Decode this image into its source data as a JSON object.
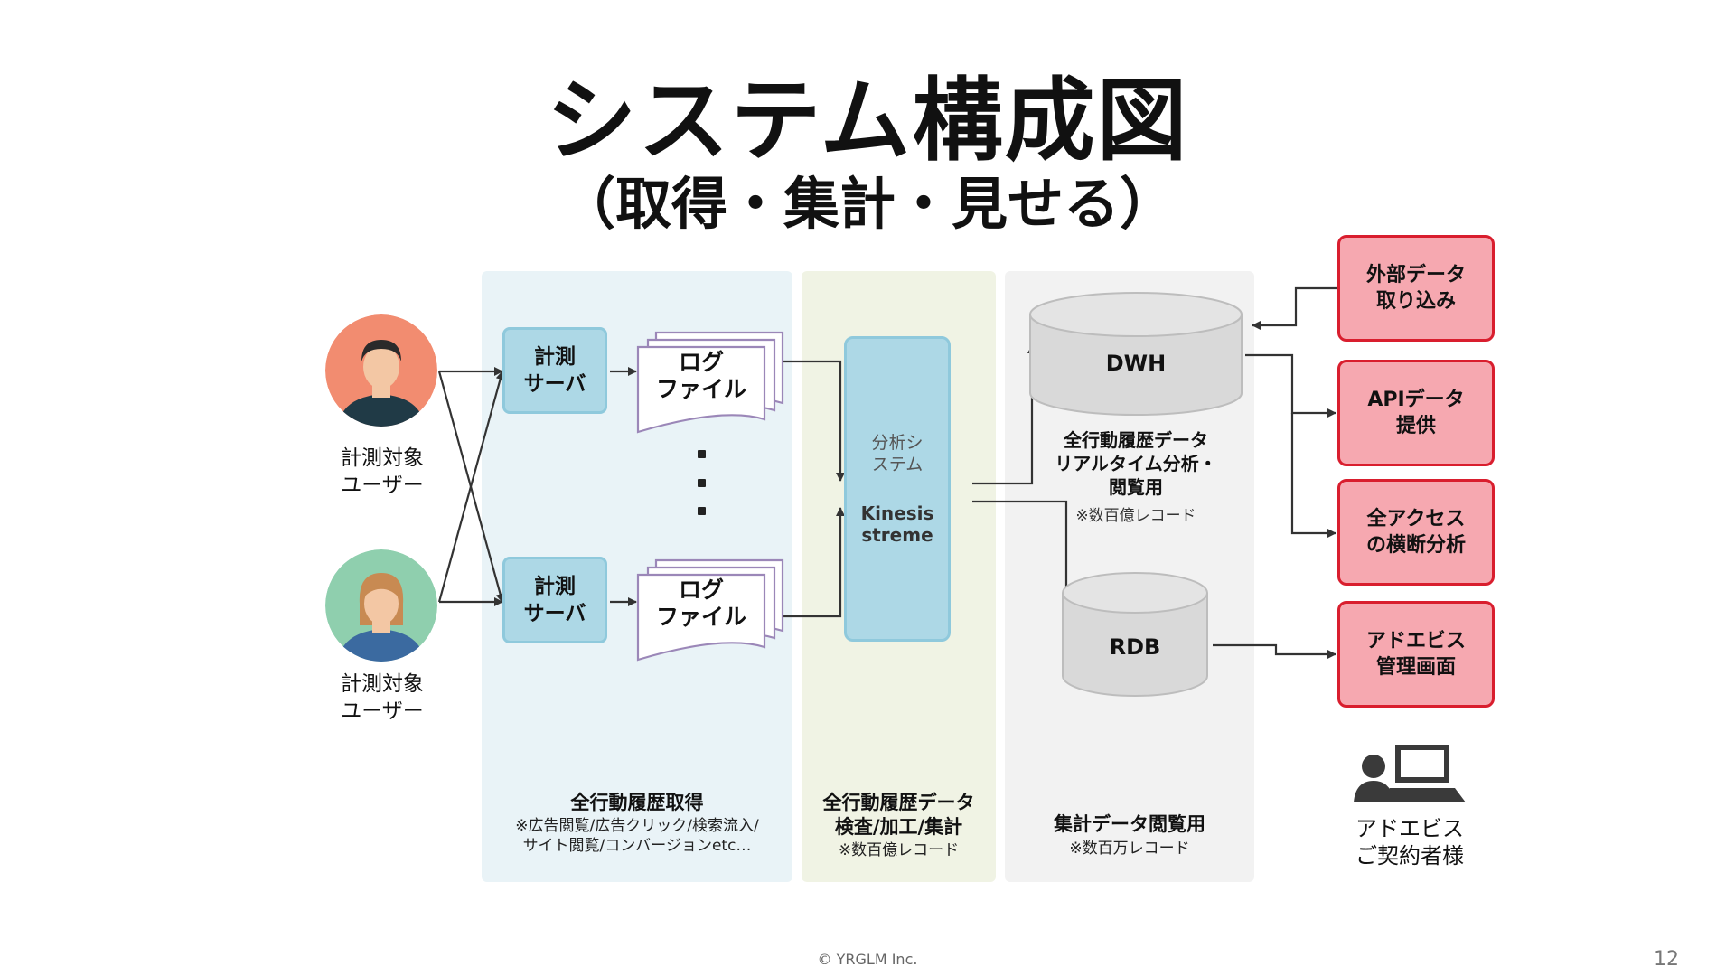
{
  "title": "システム構成図",
  "subtitle": "（取得・集計・見せる）",
  "users": [
    {
      "label": "計測対象\nユーザー"
    },
    {
      "label": "計測対象\nユーザー"
    }
  ],
  "servers": [
    {
      "label": "計測\nサーバ"
    },
    {
      "label": "計測\nサーバ"
    }
  ],
  "logfiles": [
    {
      "label": "ログ\nファイル"
    },
    {
      "label": "ログ\nファイル"
    }
  ],
  "kinesis": {
    "small": "分析シ\nステム",
    "main": "Kinesis\nstreme"
  },
  "dwh": {
    "label": "DWH",
    "caption": "全行動履歴データ\nリアルタイム分析・\n閲覧用",
    "note": "※数百億レコード"
  },
  "rdb": {
    "label": "RDB"
  },
  "outputs": [
    {
      "label": "外部データ\n取り込み"
    },
    {
      "label": "APIデータ\n提供"
    },
    {
      "label": "全アクセス\nの横断分析"
    },
    {
      "label": "アドエビス\n管理画面"
    }
  ],
  "sections": {
    "collect": {
      "title": "全行動履歴取得",
      "note": "※広告閲覧/広告クリック/検索流入/\nサイト閲覧/コンバージョンetc…"
    },
    "process": {
      "title": "全行動履歴データ\n検査/加工/集計",
      "note": "※数百億レコード"
    },
    "view": {
      "title": "集計データ閲覧用",
      "note": "※数百万レコード"
    }
  },
  "client": {
    "label": "アドエビス\nご契約者様"
  },
  "footer": {
    "copyright": "© YRGLM Inc.",
    "page": "12"
  },
  "colors": {
    "server_fill": "#add8e6",
    "output_fill": "#f6a8b0",
    "output_border": "#d91e2e",
    "db_fill": "#d9d9d9",
    "avatar_1": "#f28c70",
    "avatar_2": "#8fcfae"
  }
}
